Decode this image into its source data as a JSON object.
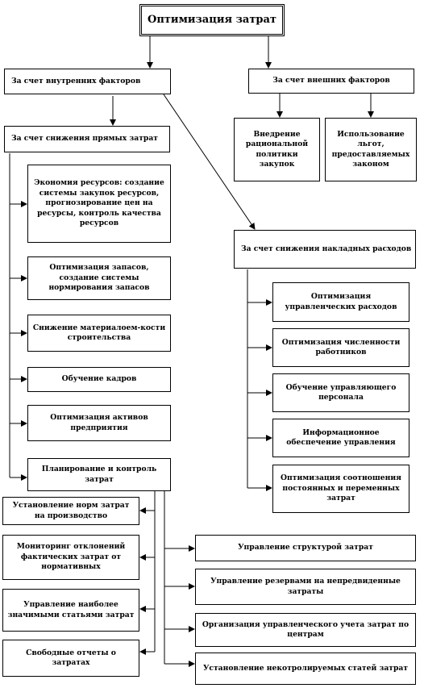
{
  "diagram": {
    "title": "Оптимизация затрат",
    "internal_factors": "За счет внутренних факторов",
    "external_factors": "За счет внешних факторов",
    "ext_purchasing": "Внедрение рациональной политики закупок",
    "ext_benefits": "Использование льгот, предоставляемых законом",
    "direct_costs": "За счет снижения прямых затрат",
    "overhead_costs": "За счет снижения накладных расходов",
    "direct_items": [
      "Экономия ресурсов: создание системы закупок ресурсов, прогнозирование цен на ресурсы, контроль качества ресурсов",
      "Оптимизация запасов, создание системы нормирования запасов",
      "Снижение материалоем-кости строительства",
      "Обучение кадров",
      "Оптимизация активов предприятия",
      "Планирование и контроль затрат"
    ],
    "overhead_items": [
      "Оптимизация управленческих расходов",
      "Оптимизация численности работников",
      "Обучение управляющего персонала",
      "Информационное обеспечение управления",
      "Оптимизация соотношения постоянных и переменных затрат"
    ],
    "planning_left_items": [
      "Установление норм затрат на производство",
      "Мониторинг отклонений фактических затрат от нормативных",
      "Управление наиболее значимыми статьями затрат",
      "Свободные отчеты о затратах"
    ],
    "planning_right_items": [
      "Управление структурой затрат",
      "Управление резервами на непредвиденные затраты",
      "Организация управленческого учета затрат по центрам",
      "Установление некотролируемых статей затрат"
    ]
  }
}
